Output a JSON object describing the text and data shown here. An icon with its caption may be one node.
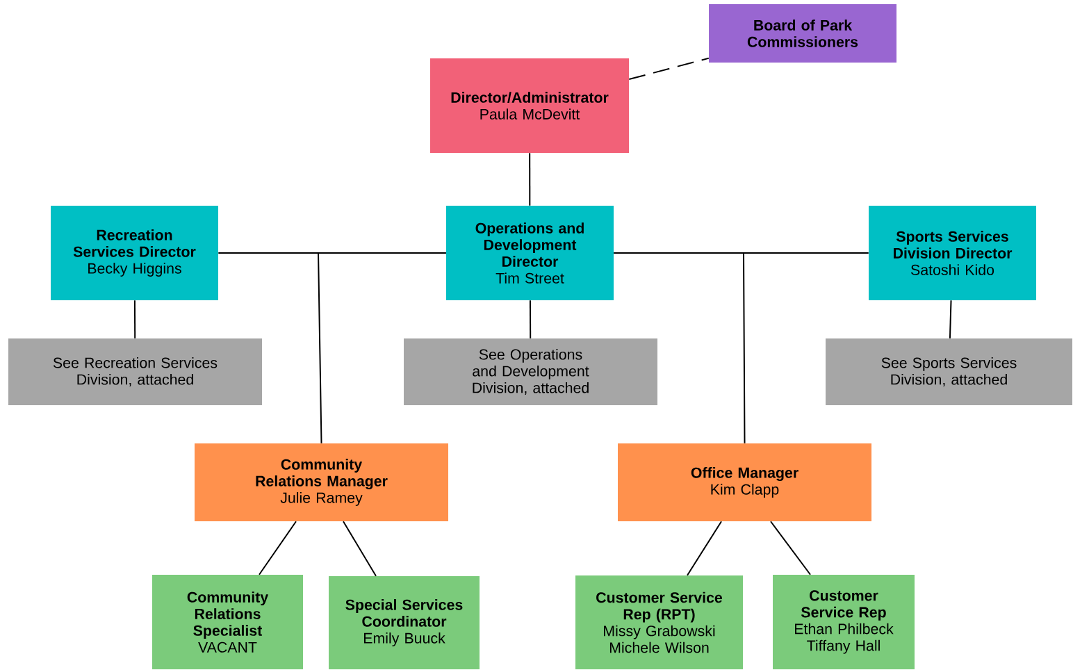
{
  "diagram": {
    "nodes": [
      {
        "text": [
          "Board of Park Commissioners"
        ]
      },
      {
        "text": [
          "Director/Administrator",
          "Paula McDevitt"
        ]
      },
      {
        "text": [
          "Recreation Services Director",
          "Becky Higgins"
        ]
      },
      {
        "text": [
          "Operations and Development Director",
          "Tim Street"
        ]
      },
      {
        "text": [
          "Sports Services Division Director",
          "Satoshi Kido"
        ]
      },
      {
        "text": [
          "See Recreation Services Division, attached"
        ]
      },
      {
        "text": [
          "See Operations and Development Division, attached"
        ]
      },
      {
        "text": [
          "See Sports Services Division, attached"
        ]
      },
      {
        "text": [
          "Community Relations Manager",
          "Julie Ramey"
        ]
      },
      {
        "text": [
          "Office Manager",
          "Kim Clapp"
        ]
      },
      {
        "text": [
          "Community Relations Specialist",
          "VACANT"
        ]
      },
      {
        "text": [
          "Special Services Coordinator",
          "Emily Buuck"
        ]
      },
      {
        "text": [
          "Customer Service Rep (RPT)",
          "Missy Grabowski",
          "Michele Wilson"
        ]
      },
      {
        "text": [
          "Customer Service Rep",
          "Ethan Philbeck",
          "Tiffany Hall"
        ]
      }
    ],
    "edges": [
      {
        "from": 1,
        "to": 0,
        "arrow": "none",
        "style": "dashed"
      },
      {
        "from": 1,
        "to": 3,
        "arrow": "none"
      },
      {
        "from": 3,
        "to": 2,
        "arrow": "none"
      },
      {
        "from": 3,
        "to": 4,
        "arrow": "none"
      },
      {
        "from": 3,
        "to": 8,
        "arrow": "none"
      },
      {
        "from": 3,
        "to": 9,
        "arrow": "none"
      },
      {
        "from": 2,
        "to": 5,
        "arrow": "none"
      },
      {
        "from": 3,
        "to": 6,
        "arrow": "none"
      },
      {
        "from": 4,
        "to": 7,
        "arrow": "none"
      },
      {
        "from": 8,
        "to": 10,
        "arrow": "none"
      },
      {
        "from": 8,
        "to": 11,
        "arrow": "none"
      },
      {
        "from": 9,
        "to": 12,
        "arrow": "none"
      },
      {
        "from": 9,
        "to": 13,
        "arrow": "none"
      }
    ]
  }
}
